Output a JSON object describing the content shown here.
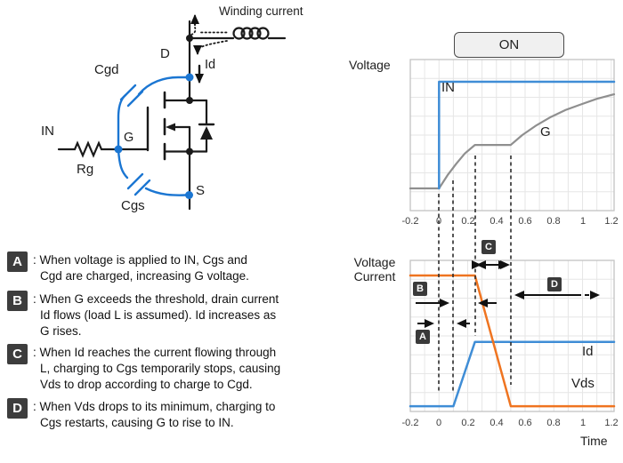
{
  "colors": {
    "blue": "#3f8dd6",
    "circuit_blue": "#1b76d2",
    "orange": "#ef7420",
    "gray_line": "#8f8f8f",
    "grid": "#e6e6e6",
    "badge_bg": "#3d3d3d"
  },
  "circuit": {
    "winding_current": "Winding current",
    "d": "D",
    "id": "Id",
    "cgd": "Cgd",
    "cgs": "Cgs",
    "in": "IN",
    "rg": "Rg",
    "g": "G",
    "s": "S"
  },
  "legend": {
    "items": [
      {
        "label": "A",
        "lines": [
          ": When voltage is applied to IN, Cgs and",
          "Cgd are charged, increasing G voltage."
        ]
      },
      {
        "label": "B",
        "lines": [
          ": When G exceeds the threshold, drain current",
          "Id flows (load L is assumed). Id increases as",
          "G rises."
        ]
      },
      {
        "label": "C",
        "lines": [
          ": When Id reaches the current flowing through",
          "L, charging to Cgs temporarily stops, causing",
          "Vds to drop according to charge to Cgd."
        ]
      },
      {
        "label": "D",
        "lines": [
          ": When Vds drops to its minimum, charging to",
          "Cgs restarts, causing G to rise to IN."
        ]
      }
    ]
  },
  "chart_data": [
    {
      "type": "line",
      "title_badge": "ON",
      "ylabel": "Voltage",
      "xlabel": "",
      "xlim": [
        -0.2,
        1.22
      ],
      "x_ticks": [
        "-0.2",
        "0",
        "0.2",
        "0.4",
        "0.6",
        "0.8",
        "1",
        "1.2"
      ],
      "y_axis": "relative amplitude 0-1 (no ticks shown)",
      "grid": true,
      "guides_x": [
        0,
        0.1,
        0.25,
        0.5
      ],
      "series": [
        {
          "name": "G",
          "color": "#8f8f8f",
          "width": 2.2,
          "points": [
            [
              -0.2,
              0.147
            ],
            [
              0,
              0.147
            ],
            [
              0.06,
              0.235
            ],
            [
              0.12,
              0.31
            ],
            [
              0.18,
              0.378
            ],
            [
              0.25,
              0.435
            ],
            [
              0.5,
              0.435
            ],
            [
              0.58,
              0.5
            ],
            [
              0.68,
              0.565
            ],
            [
              0.78,
              0.62
            ],
            [
              0.88,
              0.665
            ],
            [
              0.98,
              0.7
            ],
            [
              1.1,
              0.74
            ],
            [
              1.22,
              0.77
            ]
          ]
        },
        {
          "name": "IN",
          "color": "#3f8dd6",
          "width": 2.5,
          "points": [
            [
              0,
              0.147
            ],
            [
              0,
              0.853
            ],
            [
              1.22,
              0.853
            ]
          ]
        }
      ]
    },
    {
      "type": "line",
      "ylabel": "Voltage Current",
      "xlabel": "Time",
      "xlim": [
        -0.2,
        1.22
      ],
      "x_ticks": [
        "-0.2",
        "0",
        "0.2",
        "0.4",
        "0.6",
        "0.8",
        "1",
        "1.2"
      ],
      "y_axis": "relative amplitude 0-1 (no ticks shown)",
      "grid": true,
      "guides_x": [
        0,
        0.1,
        0.25,
        0.5
      ],
      "series": [
        {
          "name": "Id",
          "color": "#3f8dd6",
          "width": 2.5,
          "points": [
            [
              -0.2,
              0.035
            ],
            [
              0.1,
              0.035
            ],
            [
              0.25,
              0.46
            ],
            [
              1.22,
              0.46
            ]
          ]
        },
        {
          "name": "Vds",
          "color": "#ef7420",
          "width": 2.5,
          "points": [
            [
              -0.2,
              0.9
            ],
            [
              0.25,
              0.9
            ],
            [
              0.5,
              0.035
            ],
            [
              1.22,
              0.035
            ]
          ]
        }
      ],
      "intervals": [
        {
          "label": "A",
          "from": 0,
          "to": 0.1
        },
        {
          "label": "B",
          "from": 0.1,
          "to": 0.25
        },
        {
          "label": "C",
          "from": 0.25,
          "to": 0.5
        },
        {
          "label": "D",
          "from": 0.5,
          "to": "beyond chart"
        }
      ]
    }
  ]
}
